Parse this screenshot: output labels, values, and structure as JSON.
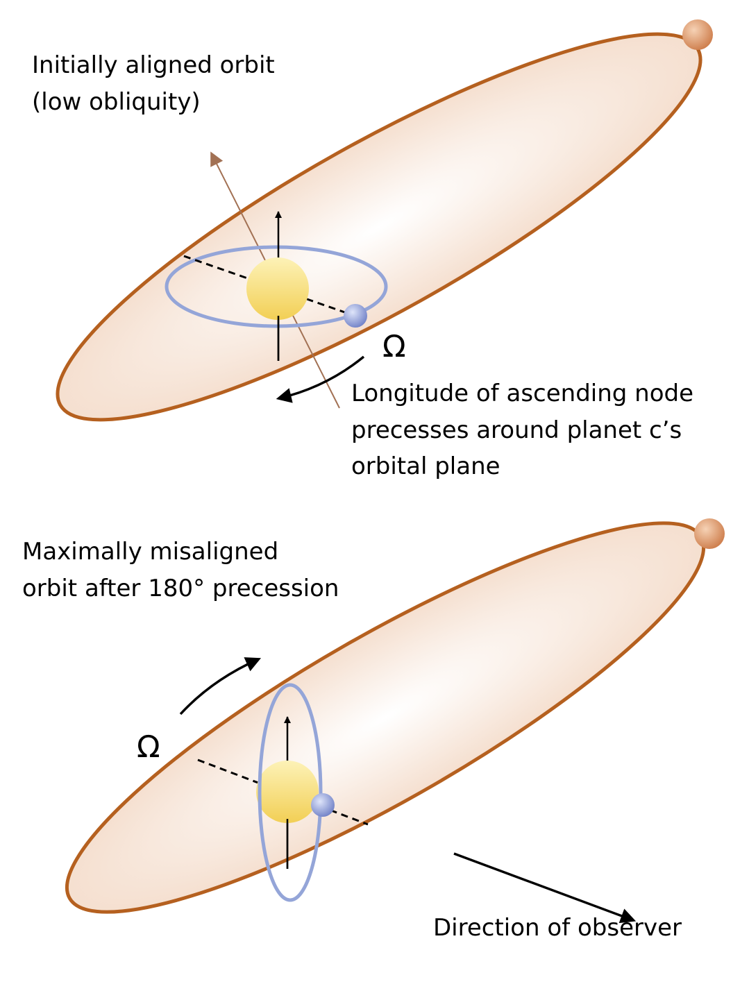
{
  "panel_top": {
    "label_lines": [
      "Initially aligned orbit",
      "(low obliquity)"
    ],
    "omega_symbol": "Ω",
    "node_note_lines": [
      "Longitude of ascending node",
      "precesses around planet c’s",
      "orbital plane"
    ]
  },
  "panel_bottom": {
    "label_lines": [
      "Maximally misaligned",
      "orbit after 180° precession"
    ],
    "omega_symbol": "Ω",
    "observer_label": "Direction of observer"
  },
  "colors": {
    "outer_orbit_stroke": "#b5601f",
    "outer_orbit_fill": "#f3d9c6",
    "inner_orbit_stroke": "#94a5d8",
    "star_fill": "#f5d56b",
    "inner_planet_fill": "#7f8fd0",
    "outer_planet_fill": "#d9895a",
    "inclined_axis": "#a27154"
  }
}
